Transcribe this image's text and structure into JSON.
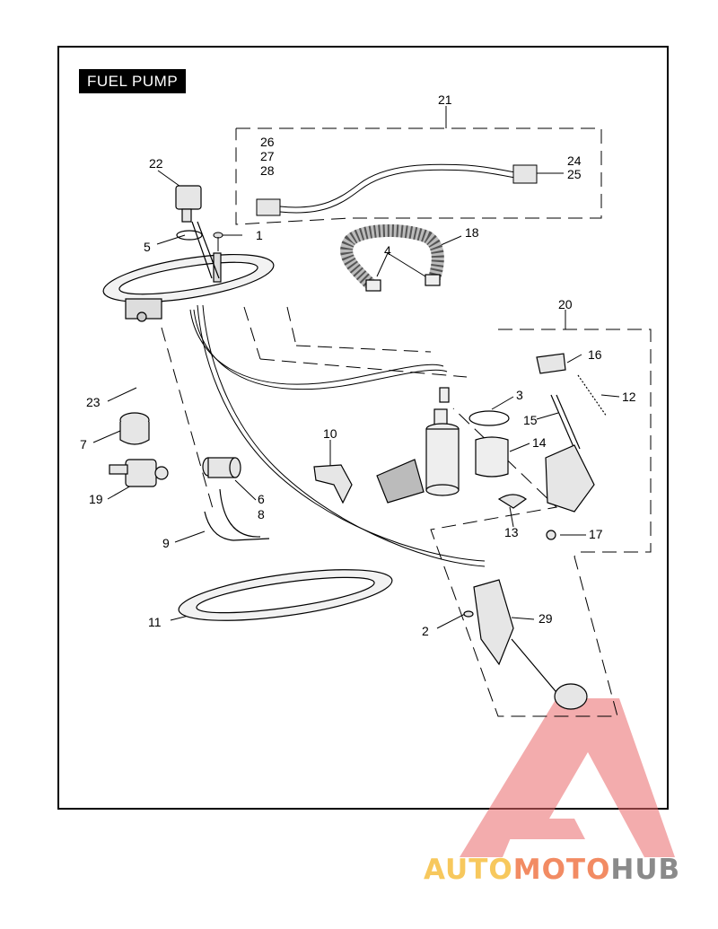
{
  "title": "FUEL PUMP",
  "callouts": [
    "1",
    "2",
    "3",
    "4",
    "5",
    "6",
    "7",
    "8",
    "9",
    "10",
    "11",
    "12",
    "13",
    "14",
    "15",
    "16",
    "17",
    "18",
    "19",
    "20",
    "21",
    "22",
    "23",
    "24",
    "25",
    "26",
    "27",
    "28",
    "29"
  ],
  "watermark": {
    "brand_part1": "AUTO",
    "brand_part2": "MOTO",
    "brand_part3": "HUB",
    "colors": {
      "part1": "#f7c85d",
      "part2": "#f28b63",
      "part3": "#8a8a8a",
      "emblem": "#e85a5a"
    }
  },
  "colors": {
    "line": "#000000",
    "background": "#ffffff"
  }
}
